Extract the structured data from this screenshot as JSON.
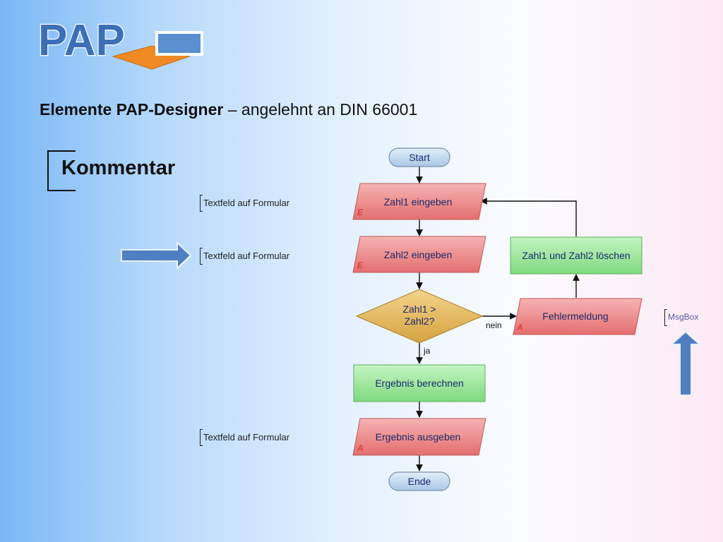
{
  "logo": {
    "text": "PAP"
  },
  "slide": {
    "title_bold": "Elemente PAP-Designer",
    "title_rest": " – angelehnt an DIN 66001",
    "section_heading": "Kommentar"
  },
  "annotations": {
    "note1": "Textfeld auf Formular",
    "note2": "Textfeld auf Formular",
    "note3": "Textfeld auf Formular",
    "msgbox": "MsgBox"
  },
  "flowchart": {
    "start": "Start",
    "input1": "Zahl1 eingeben",
    "input2": "Zahl2 eingeben",
    "decision_line1": "Zahl1 >",
    "decision_line2": "Zahl2?",
    "yes_label": "ja",
    "no_label": "nein",
    "calculate": "Ergebnis berechnen",
    "output": "Ergebnis ausgeben",
    "error": "Fehlermeldung",
    "clear": "Zahl1 und Zahl2 löschen",
    "end": "Ende",
    "input_marker": "E",
    "output_marker": "A"
  },
  "colors": {
    "io_fill": "#e98080",
    "process_fill": "#8fe08f",
    "decision_fill": "#e3b85a",
    "terminal_fill": "#b7d3ec",
    "arrow_fill": "#4f7fc0"
  }
}
